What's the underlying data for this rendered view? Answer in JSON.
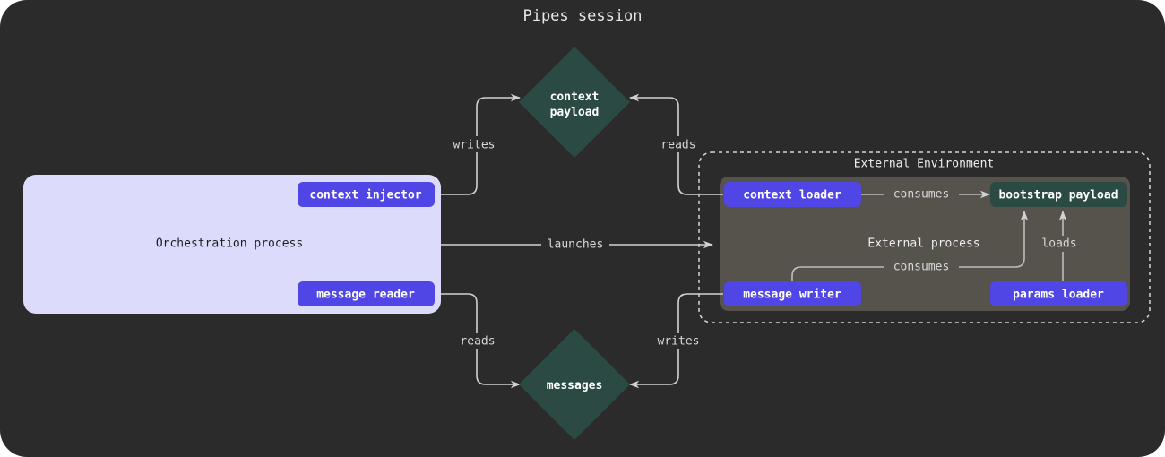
{
  "diagram": {
    "title": "Pipes session",
    "background_color": "#2b2b2b",
    "accent_purple": "#5046e5",
    "accent_teal": "#2b4a43",
    "panel_lavender": "#dcdbfb",
    "cluster_gray": "#56524c",
    "edge_color": "#d2d2d2"
  },
  "orchestration": {
    "label": "Orchestration process",
    "nodes": [
      {
        "id": "context-injector",
        "label": "context injector"
      },
      {
        "id": "message-reader",
        "label": "message reader"
      }
    ]
  },
  "external_environment": {
    "title": "External Environment",
    "process_label": "External process",
    "nodes": [
      {
        "id": "context-loader",
        "label": "context loader",
        "kind": "purple"
      },
      {
        "id": "bootstrap-payload",
        "label": "bootstrap payload",
        "kind": "teal"
      },
      {
        "id": "message-writer",
        "label": "message writer",
        "kind": "purple"
      },
      {
        "id": "params-loader",
        "label": "params loader",
        "kind": "purple"
      }
    ]
  },
  "data_stores": [
    {
      "id": "context-payload",
      "line1": "context",
      "line2": "payload"
    },
    {
      "id": "messages",
      "line1": "messages",
      "line2": ""
    }
  ],
  "edges": [
    {
      "id": "edge-context-injector-writes",
      "label": "writes",
      "from": "context injector",
      "to": "context payload"
    },
    {
      "id": "edge-context-loader-reads",
      "label": "reads",
      "from": "context loader",
      "to": "context payload"
    },
    {
      "id": "edge-launches",
      "label": "launches",
      "from": "Orchestration process",
      "to": "External Environment"
    },
    {
      "id": "edge-message-reader-reads",
      "label": "reads",
      "from": "message reader",
      "to": "messages"
    },
    {
      "id": "edge-message-writer-writes",
      "label": "writes",
      "from": "message writer",
      "to": "messages"
    },
    {
      "id": "edge-context-loader-consumes",
      "label": "consumes",
      "from": "context loader",
      "to": "bootstrap payload"
    },
    {
      "id": "edge-message-writer-consumes",
      "label": "consumes",
      "from": "message writer",
      "to": "bootstrap payload"
    },
    {
      "id": "edge-params-loader-loads",
      "label": "loads",
      "from": "params loader",
      "to": "bootstrap payload"
    }
  ]
}
